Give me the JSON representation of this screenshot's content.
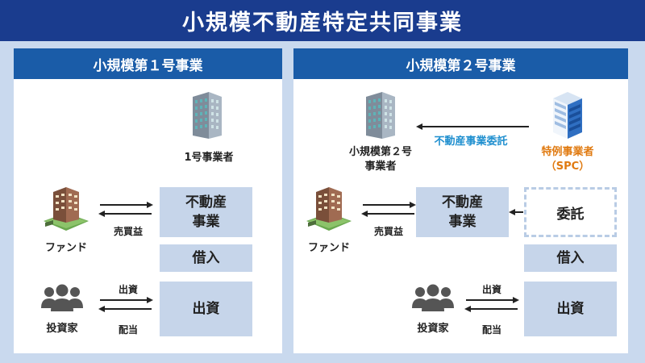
{
  "title": "小規模不動産特定共同事業",
  "left": {
    "header": "小規模第１号事業",
    "operator_label": "1号事業者",
    "fund_label": "ファンド",
    "investors_label": "投資家",
    "sale_profit_label": "売買益",
    "investment_label": "出資",
    "dividend_label": "配当",
    "box_realestate": "不動産\n事業",
    "box_borrowing": "借入",
    "box_investment": "出資"
  },
  "right": {
    "header": "小規模第２号事業",
    "operator_label": "小規模第２号\n事業者",
    "spc_label": "特例事業者\n（SPC）",
    "consign_label": "不動産事業委託",
    "fund_label": "ファンド",
    "investors_label": "投資家",
    "sale_profit_label": "売買益",
    "investment_label": "出資",
    "dividend_label": "配当",
    "box_realestate": "不動産\n事業",
    "box_consign": "委託",
    "box_borrowing": "借入",
    "box_investment": "出資"
  },
  "colors": {
    "title_bg": "#1a3c8e",
    "header_bg": "#1a5ca8",
    "page_bg": "#c9d9ee",
    "box_fill": "#c6d5ea",
    "consign_text": "#1f8fcf",
    "spc_text": "#e07a10"
  },
  "icons": [
    "office-building-icon",
    "apartment-building-icon",
    "spc-building-icon",
    "people-icon",
    "arrow-icon"
  ]
}
